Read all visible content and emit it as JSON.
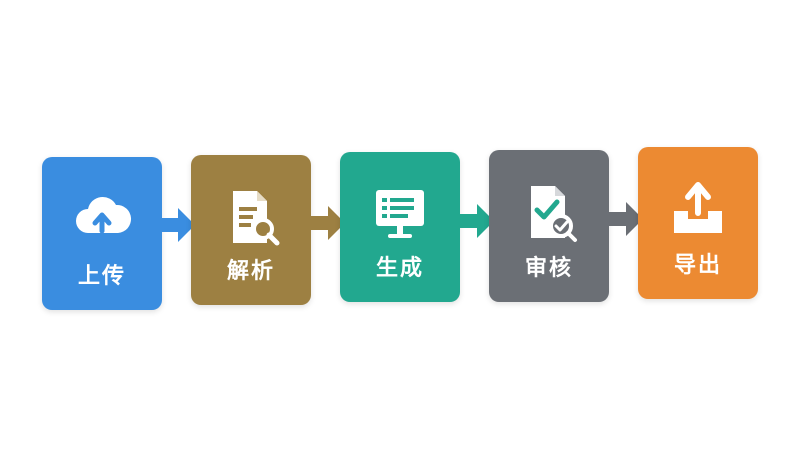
{
  "steps": [
    {
      "label": "上传",
      "icon": "cloud-upload-icon",
      "color": "#3a8de0"
    },
    {
      "label": "解析",
      "icon": "document-search-icon",
      "color": "#9d8042"
    },
    {
      "label": "生成",
      "icon": "monitor-list-icon",
      "color": "#22a88f"
    },
    {
      "label": "审核",
      "icon": "document-check-icon",
      "color": "#6b6f75"
    },
    {
      "label": "导出",
      "icon": "tray-export-icon",
      "color": "#ec8a32"
    }
  ],
  "arrow_color": "#3a8de0"
}
